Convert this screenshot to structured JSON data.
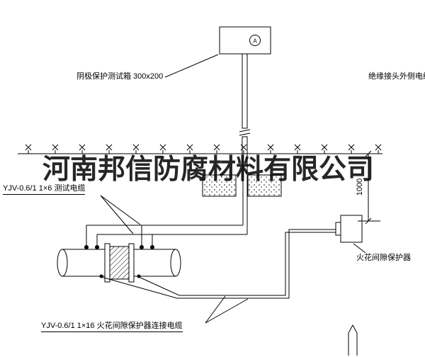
{
  "watermark": "河南邦信防腐材料有限公司",
  "meter": {
    "symbol": "A"
  },
  "dimension": {
    "value": "1000"
  },
  "labels": {
    "test_box": "阴极保护测试箱 300x200",
    "outer_cable": "绝缘接头外侧电缆",
    "test_cable": "YJV-0.6/1 1×6  测试电缆",
    "spark_gap": "火花间隙保护器",
    "spark_gap_cable": "YJV-0.6/1 1×16  火花间隙保护器连接电缆"
  },
  "colors": {
    "line": "#000000",
    "background": "#ffffff"
  }
}
